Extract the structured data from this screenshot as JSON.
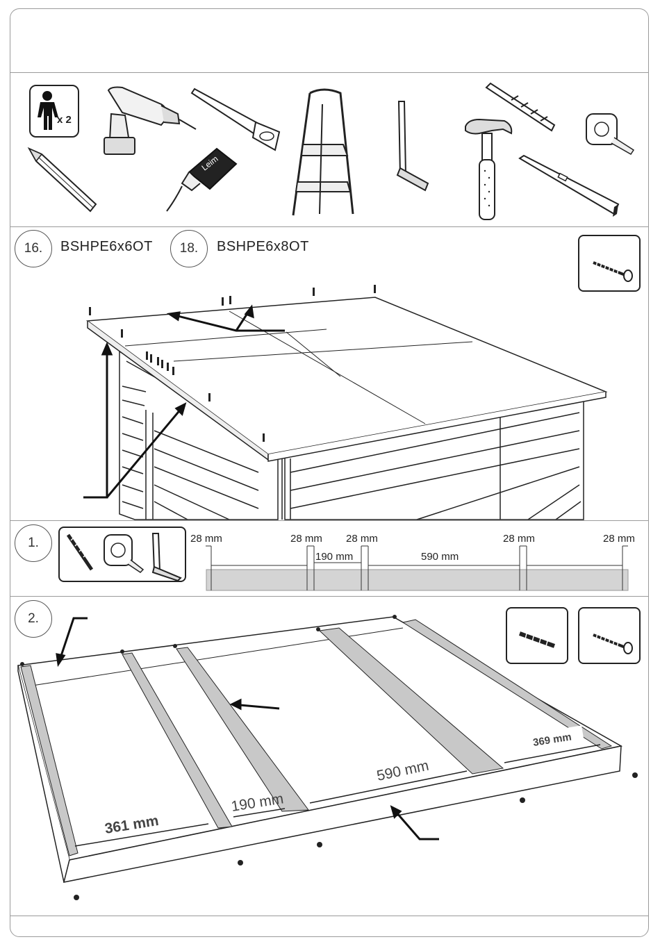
{
  "tools": {
    "person_count": "x 2",
    "glue_label": "Leim"
  },
  "header": {
    "models": [
      {
        "number": "16.",
        "code": "BSHPE6x6OT"
      },
      {
        "number": "18.",
        "code": "BSHPE6x8OT"
      }
    ]
  },
  "steps": {
    "step1": {
      "number": "1.",
      "dimensions": {
        "gap_labels": [
          "28 mm",
          "28 mm",
          "28 mm",
          "28 mm",
          "28 mm"
        ],
        "span_labels": [
          "190 mm",
          "590 mm"
        ]
      }
    },
    "step2": {
      "number": "2.",
      "dimensions": [
        "361 mm",
        "190 mm",
        "590 mm",
        "369 mm"
      ]
    }
  },
  "icons": [
    "person-icon",
    "drill-icon",
    "saw-icon",
    "pencil-icon",
    "glue-icon",
    "ladder-icon",
    "square-icon",
    "hammer-icon",
    "drill-bit-icon",
    "tape-measure-icon",
    "level-icon",
    "screw-icon"
  ]
}
